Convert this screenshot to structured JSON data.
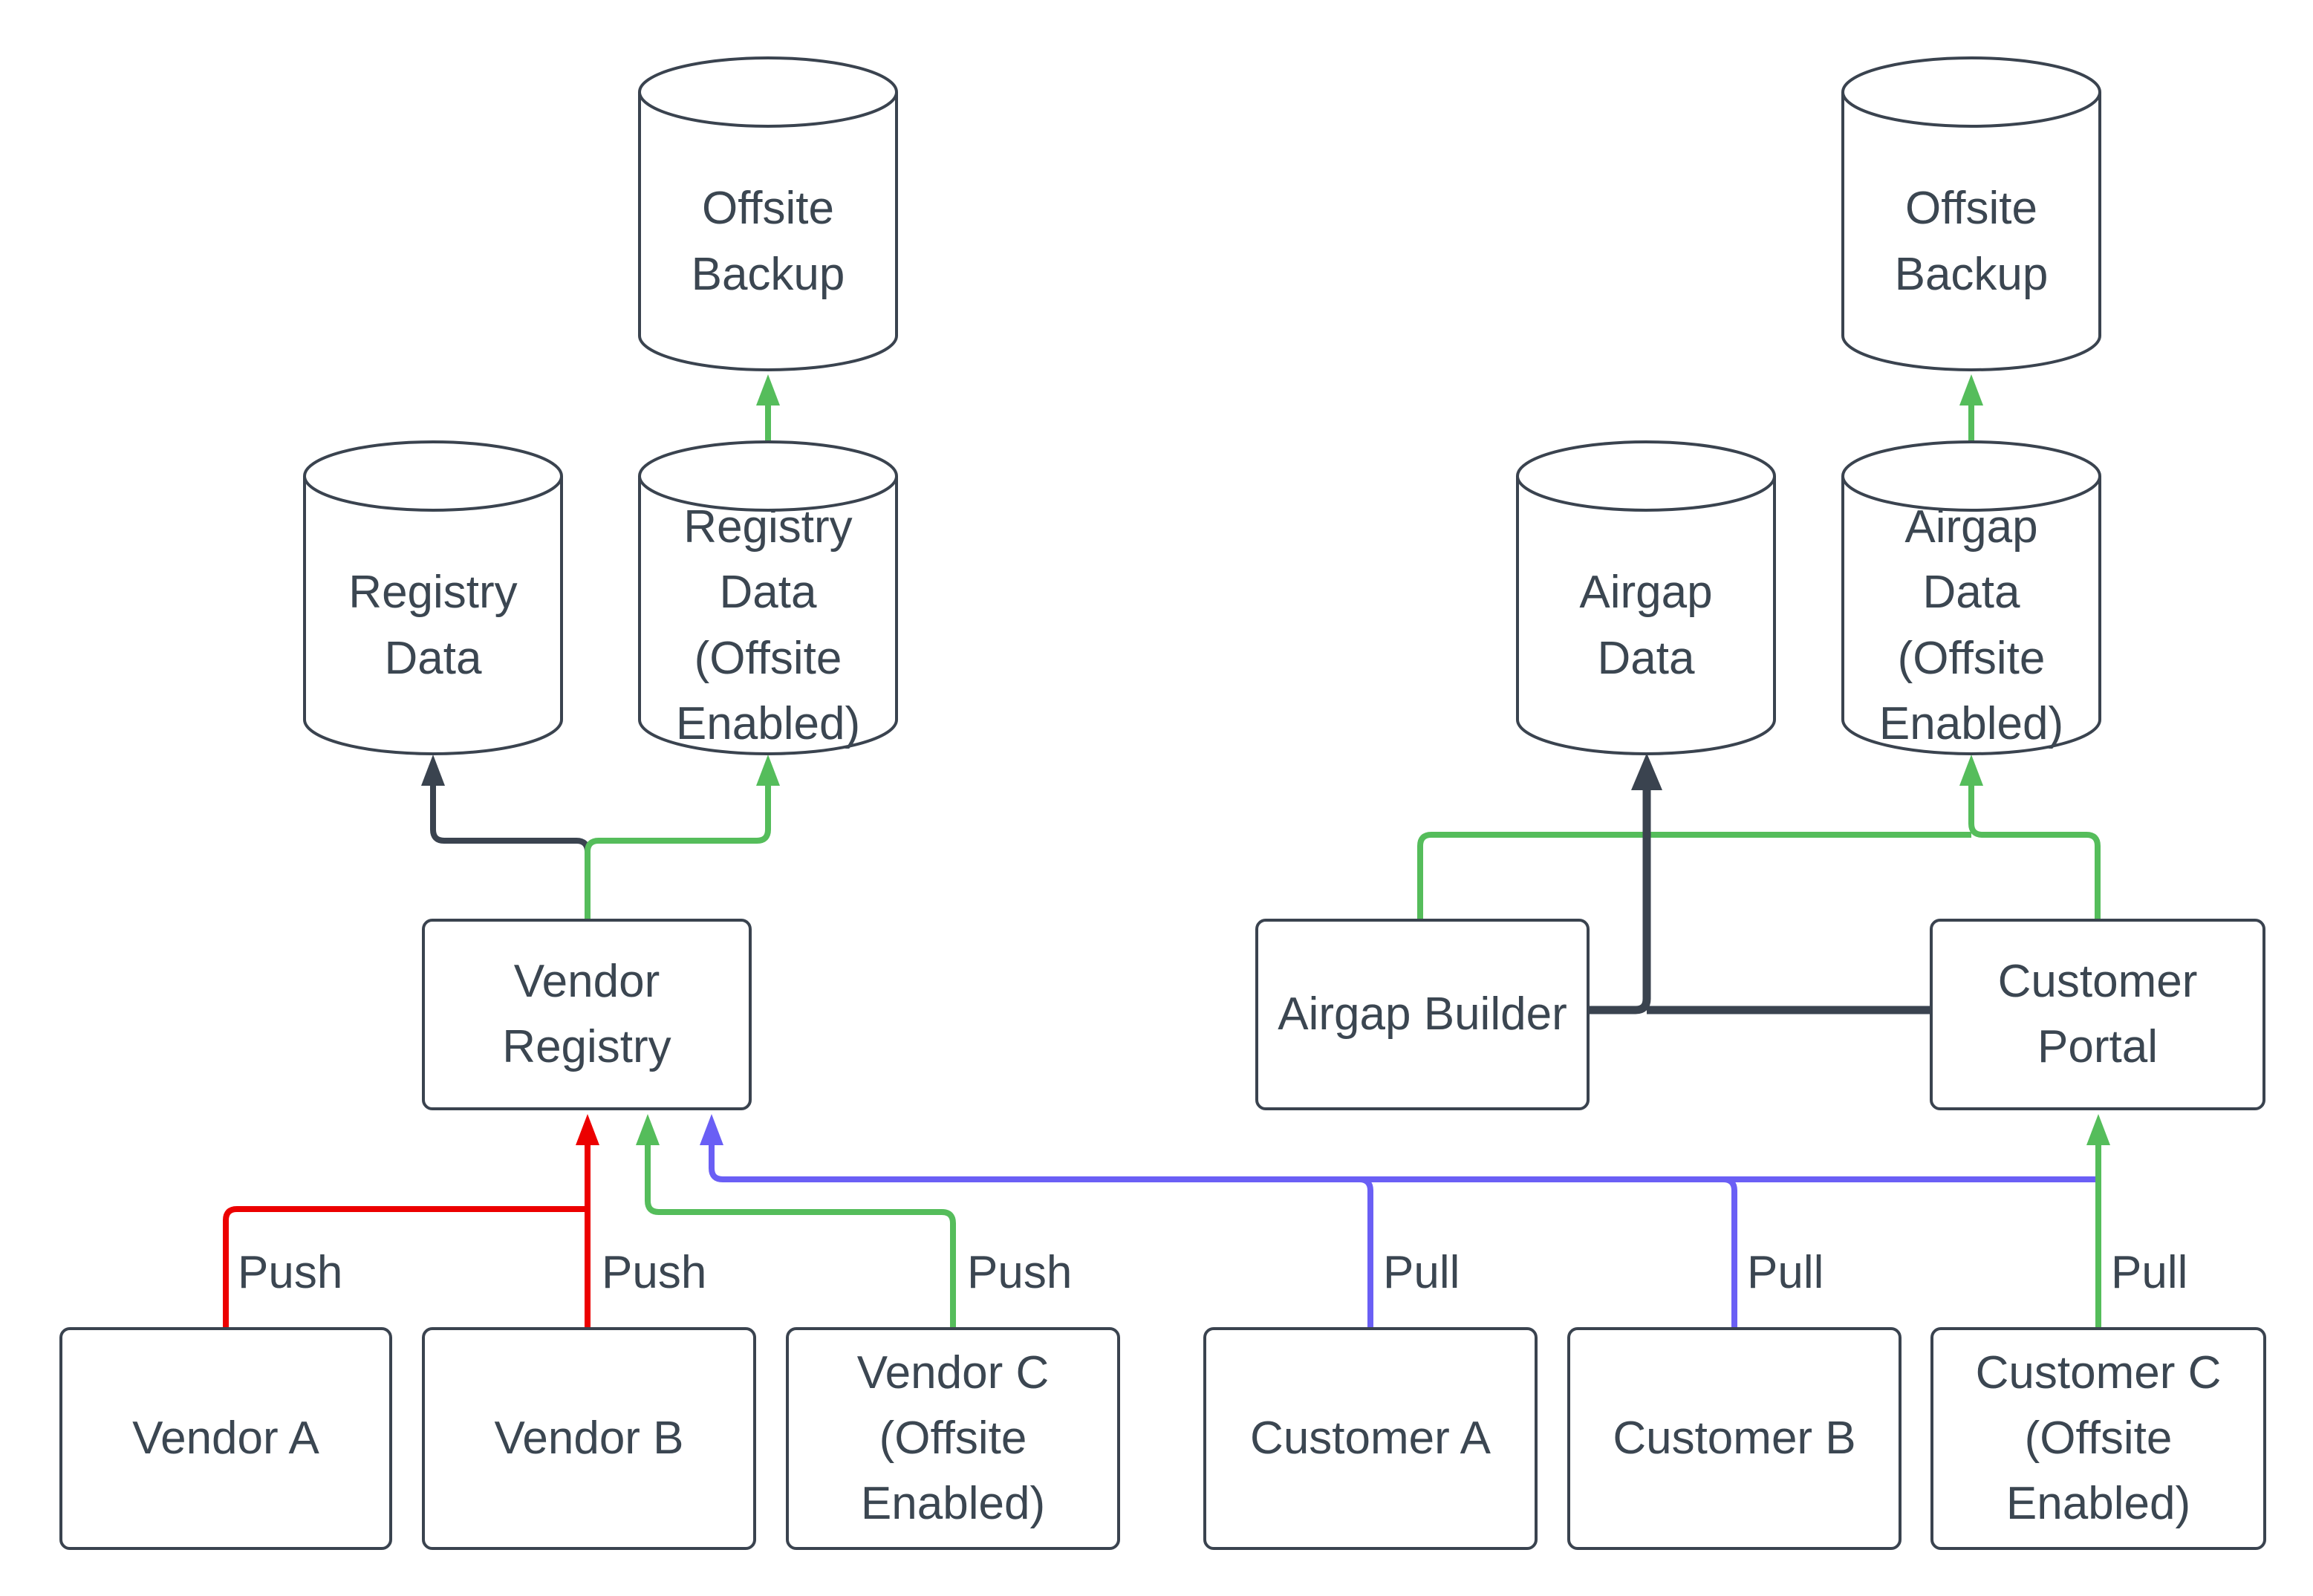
{
  "diagram_type": "flowchart",
  "colors": {
    "dark": "#3a434f",
    "green": "#55bd5b",
    "red": "#ec0000",
    "purple": "#6a5ff5",
    "text": "#3b4651",
    "background": "#ffffff"
  },
  "nodes": {
    "offsite_backup_left": "Offsite Backup",
    "registry_data": "Registry Data",
    "registry_data_offsite": "Registry Data (Offsite Enabled)",
    "vendor_registry": "Vendor Registry",
    "vendor_a": "Vendor A",
    "vendor_b": "Vendor B",
    "vendor_c": "Vendor C (Offsite Enabled)",
    "airgap_data": "Airgap Data",
    "airgap_data_offsite": "Airgap Data (Offsite Enabled)",
    "offsite_backup_right": "Offsite Backup",
    "airgap_builder": "Airgap Builder",
    "customer_portal": "Customer Portal",
    "customer_a": "Customer A",
    "customer_b": "Customer B",
    "customer_c": "Customer C (Offsite Enabled)"
  },
  "edge_labels": {
    "vendor_a_push": "Push",
    "vendor_b_push": "Push",
    "vendor_c_push": "Push",
    "customer_a_pull": "Pull",
    "customer_b_pull": "Pull",
    "customer_c_pull": "Pull"
  }
}
